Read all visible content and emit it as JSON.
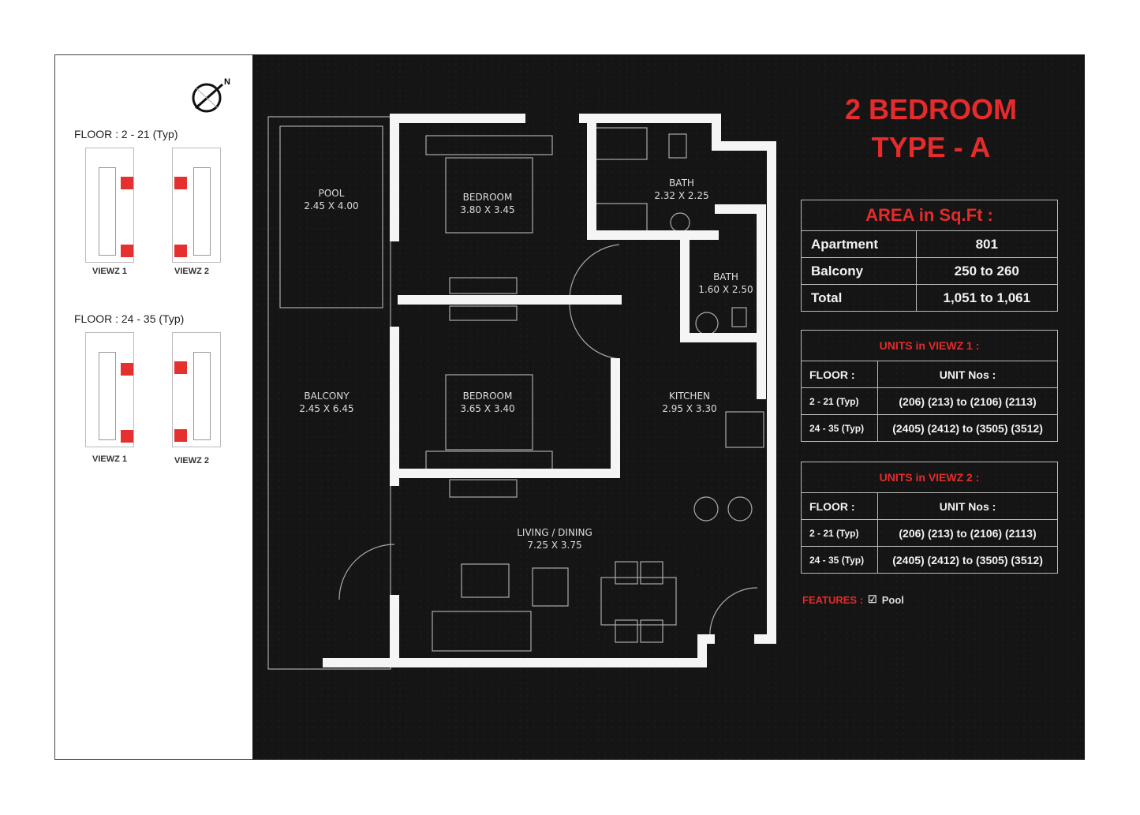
{
  "title_line1": "2 BEDROOM",
  "title_line2": "TYPE - A",
  "area": {
    "heading": "AREA in Sq.Ft :",
    "rows": [
      {
        "label": "Apartment",
        "value": "801"
      },
      {
        "label": "Balcony",
        "value": "250 to 260"
      },
      {
        "label": "Total",
        "value": "1,051 to 1,061"
      }
    ]
  },
  "units1": {
    "heading": "UNITS in VIEWZ 1 :",
    "col_floor": "FLOOR :",
    "col_units": "UNIT Nos :",
    "rows": [
      {
        "floor": "2 - 21 (Typ)",
        "units": "(206) (213) to (2106) (2113)"
      },
      {
        "floor": "24 - 35 (Typ)",
        "units": "(2405) (2412) to (3505) (3512)"
      }
    ]
  },
  "units2": {
    "heading": "UNITS in VIEWZ 2 :",
    "col_floor": "FLOOR :",
    "col_units": "UNIT Nos :",
    "rows": [
      {
        "floor": "2 - 21 (Typ)",
        "units": "(206) (213) to (2106) (2113)"
      },
      {
        "floor": "24 - 35 (Typ)",
        "units": "(2405) (2412) to (3505) (3512)"
      }
    ]
  },
  "features": {
    "label": "FEATURES :",
    "item": "Pool"
  },
  "keyplan": {
    "compass": "N",
    "floor1": "FLOOR : 2 - 21 (Typ)",
    "floor2": "FLOOR : 24 - 35 (Typ)",
    "view1": "VIEWZ 1",
    "view2": "VIEWZ 2"
  },
  "rooms": [
    {
      "name": "POOL",
      "size": "2.45 X 4.00"
    },
    {
      "name": "BEDROOM",
      "size": "3.80 X 3.45"
    },
    {
      "name": "BATH",
      "size": "2.32 X 2.25"
    },
    {
      "name": "BATH",
      "size": "1.60 X 2.50"
    },
    {
      "name": "BEDROOM",
      "size": "3.65 X 3.40"
    },
    {
      "name": "BALCONY",
      "size": "2.45 X 6.45"
    },
    {
      "name": "KITCHEN",
      "size": "2.95 X 3.30"
    },
    {
      "name": "LIVING / DINING",
      "size": "7.25 X 3.75"
    }
  ],
  "colors": {
    "accent": "#e52b2b",
    "background": "#151515"
  }
}
